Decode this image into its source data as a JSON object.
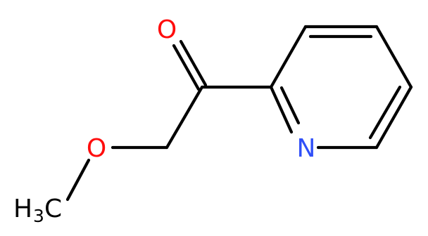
{
  "molecule": {
    "atoms": {
      "carbonyl_oxygen": {
        "symbol": "O",
        "color": "#ff0d0d"
      },
      "ether_oxygen": {
        "symbol": "O",
        "color": "#ff0d0d"
      },
      "ring_nitrogen": {
        "symbol": "N",
        "color": "#3050f8"
      },
      "methyl_h": {
        "symbol": "H",
        "color": "#000000"
      },
      "methyl_subscript": {
        "symbol": "3",
        "color": "#000000"
      },
      "methyl_c": {
        "symbol": "C",
        "color": "#000000"
      }
    },
    "bond_color": "#000000"
  }
}
